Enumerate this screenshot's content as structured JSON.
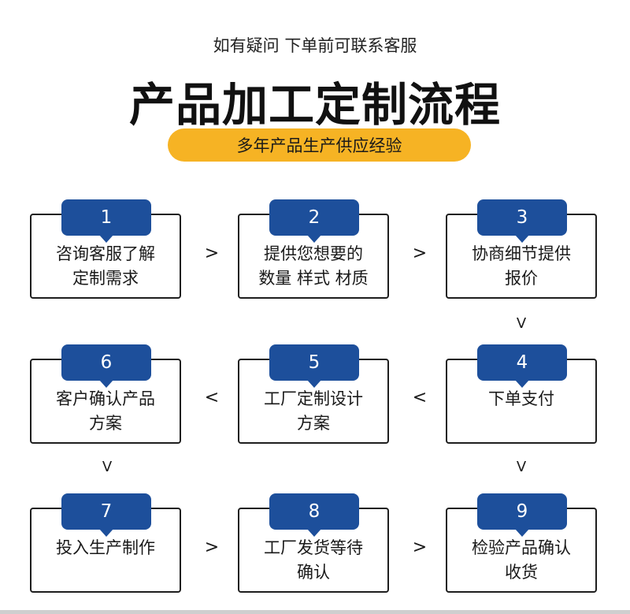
{
  "header": {
    "subtitle": "如有疑问 下单前可联系客服",
    "title": "产品加工定制流程",
    "pill": "多年产品生产供应经验"
  },
  "colors": {
    "accent": "#f6b324",
    "badge": "#1d4f9b",
    "border": "#1e1e1e"
  },
  "steps": [
    {
      "num": "1",
      "label": "咨询客服了解\n定制需求"
    },
    {
      "num": "2",
      "label": "提供您想要的\n数量 样式 材质"
    },
    {
      "num": "3",
      "label": "协商细节提供\n报价"
    },
    {
      "num": "4",
      "label": "下单支付"
    },
    {
      "num": "5",
      "label": "工厂定制设计\n方案"
    },
    {
      "num": "6",
      "label": "客户确认产品\n方案"
    },
    {
      "num": "7",
      "label": "投入生产制作"
    },
    {
      "num": "8",
      "label": "工厂发货等待\n确认"
    },
    {
      "num": "9",
      "label": "检验产品确认\n收货"
    }
  ],
  "arrows": {
    "right": ">",
    "left": "<",
    "down": "V"
  }
}
